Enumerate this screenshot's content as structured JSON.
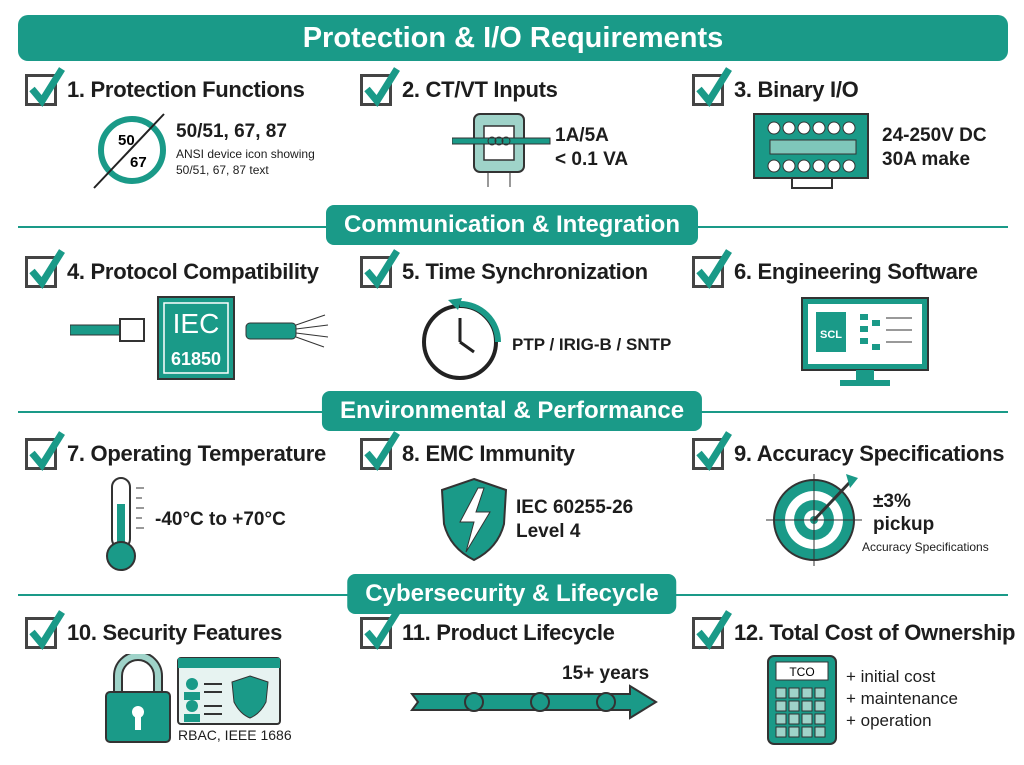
{
  "title": "Protection & I/O Requirements",
  "colors": {
    "accent": "#1a9a88",
    "text": "#1d1d1d"
  },
  "sections": [
    {
      "label": "Communication & Integration"
    },
    {
      "label": "Environmental & Performance"
    },
    {
      "label": "Cybersecurity & Lifecycle"
    }
  ],
  "items": [
    {
      "heading": "1. Protection Functions",
      "icon": "ansi-device-icon",
      "badge_top": "50",
      "badge_bottom": "67",
      "value": "50/51, 67, 87",
      "note1": "ANSI device icon showing",
      "note2": "50/51, 67, 87 text"
    },
    {
      "heading": "2. CT/VT Inputs",
      "icon": "current-transformer-icon",
      "line1": "1A/5A",
      "line2": "< 0.1 VA"
    },
    {
      "heading": "3. Binary I/O",
      "icon": "terminal-block-icon",
      "line1": "24-250V DC",
      "line2": "30A make"
    },
    {
      "heading": "4. Protocol Compatibility",
      "icon": "iec-61850-icon",
      "chip_top": "IEC",
      "chip_bottom": "61850"
    },
    {
      "heading": "5. Time Synchronization",
      "icon": "clock-sync-icon",
      "line1": "PTP / IRIG-B / SNTP"
    },
    {
      "heading": "6. Engineering Software",
      "icon": "monitor-scl-icon",
      "screen_label": "SCL"
    },
    {
      "heading": "7. Operating Temperature",
      "icon": "thermometer-icon",
      "line1": "-40°C to +70°C"
    },
    {
      "heading": "8. EMC Immunity",
      "icon": "lightning-shield-icon",
      "line1": "IEC 60255-26",
      "line2": "Level 4"
    },
    {
      "heading": "9. Accuracy Specifications",
      "icon": "target-icon",
      "line1": "±3%",
      "line2": "pickup",
      "note1": "Accuracy Specifications"
    },
    {
      "heading": "10. Security Features",
      "icon": "padlock-icon",
      "note1": "RBAC, IEEE 1686"
    },
    {
      "heading": "11. Product Lifecycle",
      "icon": "timeline-arrow-icon",
      "line1": "15+ years"
    },
    {
      "heading": "12. Total Cost of Ownership",
      "icon": "calculator-icon",
      "screen_label": "TCO",
      "line1": "+ initial cost",
      "line2": "+ maintenance",
      "line3": "+ operation"
    }
  ]
}
